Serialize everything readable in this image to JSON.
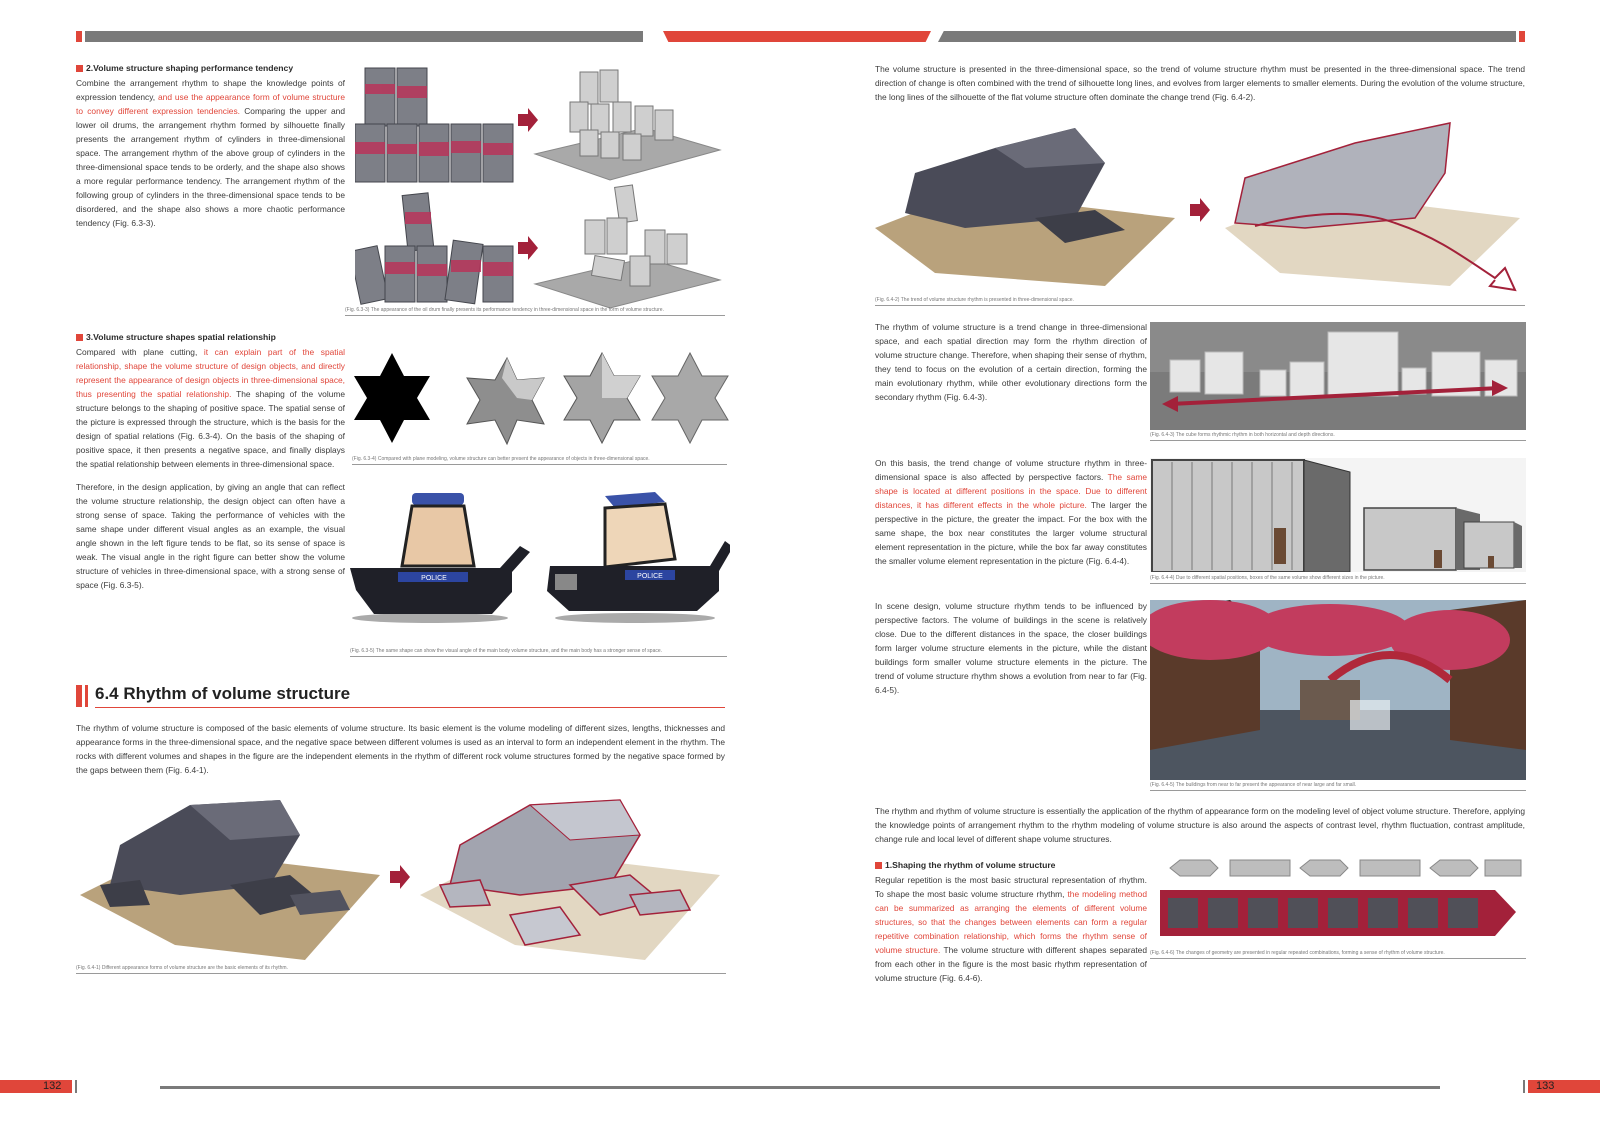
{
  "left": {
    "sec2": {
      "heading": "2.Volume structure shaping performance tendency",
      "p1a": "Combine the arrangement rhythm to shape the knowledge points of expression tendency, ",
      "p1b": "and use the appearance form of volume structure to convey different expression tendencies.",
      "p1c": " Comparing the upper and lower oil drums, the arrangement rhythm formed by silhouette finally presents the arrangement rhythm of cylinders in three-dimensional space. The arrangement rhythm of the above group of cylinders in the three-dimensional space tends to be orderly, and the shape also shows a more regular performance tendency. The arrangement rhythm of the following group of cylinders in the three-dimensional space tends to be disordered, and the shape also shows a more chaotic performance tendency (Fig. 6.3-3).",
      "caption": "(Fig. 6.3-3) The appearance of the oil drum finally presents its performance tendency in three-dimensional space in the form of volume structure."
    },
    "sec3": {
      "heading": "3.Volume structure shapes spatial relationship",
      "p1a": "Compared with plane cutting, ",
      "p1b": "it can explain part of the spatial relationship, shape the volume structure of design objects, and directly represent the appearance of design objects in three-dimensional space, thus presenting the spatial relationship.",
      "p1c": " The shaping of the volume structure belongs to the shaping of positive space. The spatial sense of the picture is expressed through the structure, which is the basis for the design of spatial relations (Fig. 6.3-4). On the basis of the shaping of positive space, it then presents a negative space, and finally displays the spatial relationship between elements in three-dimensional space.",
      "caption": "(Fig. 6.3-4) Compared with plane modeling, volume structure can better present the appearance of objects in three-dimensional space.",
      "p2": "Therefore, in the design application, by giving an angle that can reflect the volume structure relationship, the design object can often have a strong sense of space. Taking the performance of vehicles with the same shape under different visual angles as an example, the visual angle shown in the left figure tends to be flat, so its sense of space is weak. The visual angle in the right figure can better show the volume structure of vehicles in three-dimensional space, with a strong sense of space (Fig. 6.3-5).",
      "caption2": "(Fig. 6.3-5) The same shape can show the visual angle of the main body volume structure, and the main body has a stronger sense of space.",
      "police": "POLICE"
    },
    "sec64": {
      "title": "6.4 Rhythm of volume structure",
      "p1": "The rhythm of volume structure is composed of the basic elements of volume structure. Its basic element is the volume modeling of different sizes, lengths, thicknesses and appearance forms in the three-dimensional space, and the negative space between different volumes is used as an interval to form an independent element in the rhythm. The rocks with different volumes and shapes in the figure are the independent elements in the rhythm of different rock volume structures formed by the negative space formed by the gaps between them (Fig. 6.4-1).",
      "caption": "(Fig. 6.4-1) Different appearance forms of volume structure are the basic elements of its rhythm."
    },
    "page_number": "132"
  },
  "right": {
    "p_intro": "The volume structure is presented in the three-dimensional space, so the trend of volume structure rhythm must be presented in the three-dimensional space. The trend direction of change is often combined with the trend of silhouette long lines, and evolves from larger elements to smaller elements. During the evolution of the volume structure, the long lines of the silhouette of the flat volume structure often dominate the change trend (Fig. 6.4-2).",
    "cap_642": "(Fig. 6.4-2) The trend of volume structure rhythm is presented in three-dimensional space.",
    "p_643": "The rhythm of volume structure is a trend change in three-dimensional space, and each spatial direction may form the rhythm direction of volume structure change. Therefore, when shaping their sense of rhythm, they tend to focus on the evolution of a certain direction, forming the main evolutionary rhythm, while other evolutionary directions form the secondary rhythm (Fig. 6.4-3).",
    "cap_643": "(Fig. 6.4-3) The cube forms rhythmic rhythm in both horizontal and depth directions.",
    "p_644a": "On this basis, the trend change of volume structure rhythm in three-dimensional space is also affected by perspective factors. ",
    "p_644b": "The same shape is located at different positions in the space. Due to different distances, it has different effects in the whole picture.",
    "p_644c": " The larger the perspective in the picture, the greater the impact. For the box with the same shape, the box near constitutes the larger volume structural element representation in the picture, while the box far away constitutes the smaller volume element representation in the picture (Fig. 6.4-4).",
    "cap_644": "(Fig. 6.4-4) Due to different spatial positions, boxes of the same volume show different sizes in the picture.",
    "p_645": "In scene design, volume structure rhythm tends to be influenced by perspective factors. The volume of buildings in the scene is relatively close. Due to the different distances in the space, the closer buildings form larger volume structure elements in the picture, while the distant buildings form smaller volume structure elements in the picture. The trend of volume structure rhythm shows a evolution from near to far (Fig. 6.4-5).",
    "cap_645": "(Fig. 6.4-5) The buildings from near to far present the appearance of near large and far small.",
    "p_wide": "The rhythm and rhythm of volume structure is essentially the application of the rhythm of appearance form on the modeling level of object volume structure. Therefore, applying the knowledge points of arrangement rhythm to the rhythm modeling of volume structure is also around the aspects of contrast level, rhythm fluctuation, contrast amplitude, change rule and local level of different shape volume structures.",
    "sec1": {
      "heading": "1.Shaping the rhythm of volume structure",
      "pa": "Regular repetition is the most basic structural representation of rhythm. To shape the most basic volume structure rhythm, ",
      "pb": "the modeling method can be summarized as arranging the elements of different volume structures, so that the changes between elements can form a regular repetitive combination relationship, which forms the rhythm sense of volume structure.",
      "pc": " The volume structure with different shapes separated from each other in the figure is the most basic rhythm representation of volume structure (Fig. 6.4-6).",
      "caption": "(Fig. 6.4-6) The changes of geometry are presented in regular repeated combinations, forming a sense of rhythm of volume structure."
    },
    "page_number": "133"
  },
  "colors": {
    "accent": "#e0463a",
    "bar": "#7a7a7a",
    "rock": "#4a4b58",
    "sand": "#b9a27c",
    "drum": "#7d7f87",
    "drum_band": "#b8345a"
  }
}
